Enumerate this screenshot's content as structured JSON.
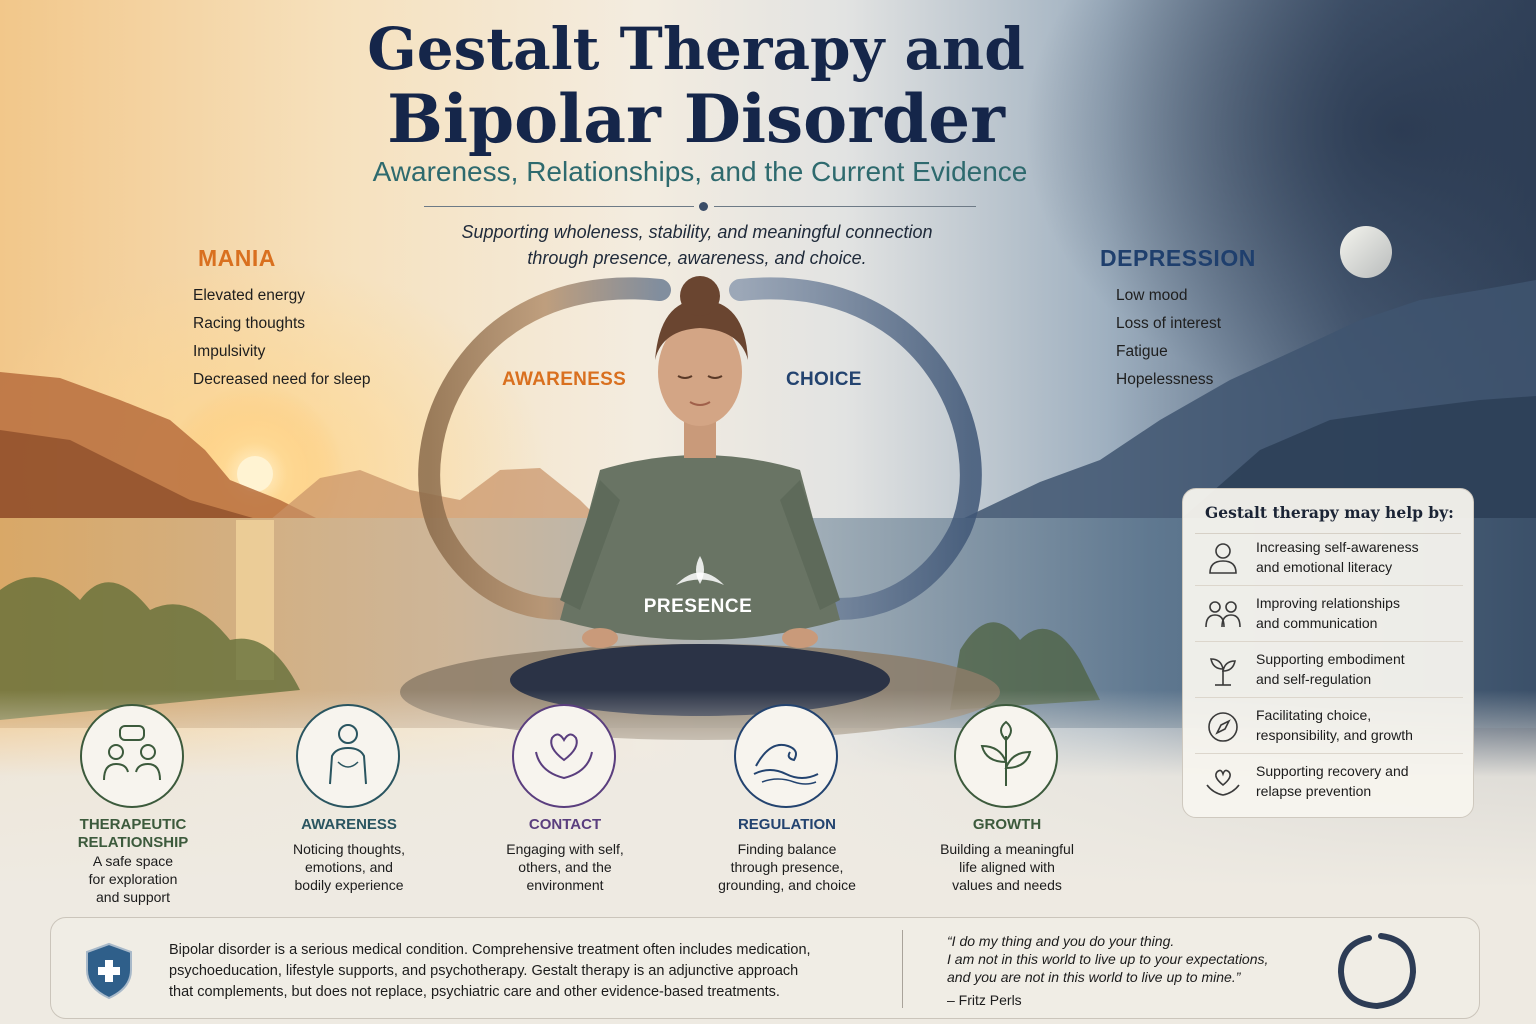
{
  "title": {
    "line1": "Gestalt Therapy and",
    "line2": "Bipolar Disorder",
    "subtitle": "Awareness, Relationships, and the Current Evidence",
    "tagline_line1": "Supporting wholeness, stability, and meaningful connection",
    "tagline_line2": "through presence, awareness, and choice."
  },
  "mania": {
    "heading": "MANIA",
    "color": "#d9701f",
    "items": [
      "Elevated energy",
      "Racing thoughts",
      "Impulsivity",
      "Decreased need for sleep"
    ]
  },
  "depression": {
    "heading": "DEPRESSION",
    "color": "#1f3f6d",
    "items": [
      "Low mood",
      "Loss of interest",
      "Fatigue",
      "Hopelessness"
    ]
  },
  "ring": {
    "awareness_label": "AWARENESS",
    "choice_label": "CHOICE",
    "center_label": "PRESENCE",
    "awareness_color": "#d9701f",
    "choice_color": "#23436f"
  },
  "help_card": {
    "title": "Gestalt therapy may help by:",
    "items": [
      {
        "icon": "person-icon",
        "line1": "Increasing self-awareness",
        "line2": "and emotional literacy"
      },
      {
        "icon": "people-icon",
        "line1": "Improving relationships",
        "line2": "and communication"
      },
      {
        "icon": "sprout-icon",
        "line1": "Supporting embodiment",
        "line2": "and self-regulation"
      },
      {
        "icon": "compass-icon",
        "line1": "Facilitating choice,",
        "line2": "responsibility, and growth"
      },
      {
        "icon": "heart-hands-icon",
        "line1": "Supporting recovery and",
        "line2": "relapse prevention"
      }
    ]
  },
  "pillars": [
    {
      "icon": "dialogue-icon",
      "title": "THERAPEUTIC RELATIONSHIP",
      "lines": [
        "A safe space",
        "for exploration",
        "and support"
      ],
      "color": "#3c5a3c"
    },
    {
      "icon": "body-icon",
      "title": "AWARENESS",
      "lines": [
        "Noticing thoughts,",
        "emotions, and",
        "bodily experience"
      ],
      "color": "#2a5560"
    },
    {
      "icon": "heart-hands-icon",
      "title": "CONTACT",
      "lines": [
        "Engaging with self,",
        "others, and the",
        "environment"
      ],
      "color": "#5a3e7e"
    },
    {
      "icon": "wave-icon",
      "title": "REGULATION",
      "lines": [
        "Finding balance",
        "through presence,",
        "grounding, and choice"
      ],
      "color": "#23436f"
    },
    {
      "icon": "leaf-icon",
      "title": "GROWTH",
      "lines": [
        "Building a meaningful",
        "life aligned with",
        "values and needs"
      ],
      "color": "#3c5a3c"
    }
  ],
  "footer": {
    "shield_icon": "shield-cross-icon",
    "disclaimer_lines": [
      "Bipolar disorder is a serious medical condition. Comprehensive treatment often includes medication,",
      "psychoeducation, lifestyle supports, and psychotherapy. Gestalt therapy is an adjunctive approach",
      "that complements, but does not replace, psychiatric care and other evidence-based treatments."
    ],
    "quote_lines": [
      "“I do my thing and you do your thing.",
      "I am not in this world to live up to your expectations,",
      "and you are not in this world to live up to mine.”"
    ],
    "quote_author": "– Fritz Perls",
    "enso_icon": "enso-circle-icon"
  }
}
